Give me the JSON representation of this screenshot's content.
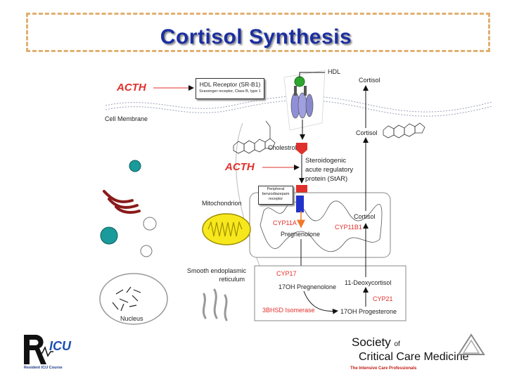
{
  "title": "Cortisol Synthesis",
  "labels": {
    "acth_left": "ACTH",
    "acth_right": "ACTH",
    "hdl_receptor": "HDL Receptor (SR-B1)",
    "hdl_receptor_sub": "Scavenger receptor, Class B, type 1",
    "hdl": "HDL",
    "cortisol_top": "Cortisol",
    "cell_membrane": "Cell Membrane",
    "cortisol_mid": "Cortisol",
    "cholestrol": "Cholestrol",
    "star_line1": "Steroidogenic",
    "star_line2": "acute regulatory",
    "star_line3": "protein (StAR)",
    "pbr_line1": "Peripheral",
    "pbr_line2": "benzodiazepam",
    "pbr_line3": "receptor",
    "mitochondrion": "Mitochondrion",
    "cortisol_mito": "Cortisol",
    "cyp11a": "CYP11A",
    "cyp11b1": "CYP11B1",
    "pregnenolone": "Pregnenolone",
    "ser_line1": "Smooth endoplasmic",
    "ser_line2": "reticulum",
    "cyp17": "CYP17",
    "oh17_preg": "17OH Pregnenolone",
    "deoxycortisol": "11-Deoxycortisol",
    "cyp21": "CYP21",
    "hsd3b": "3BHSD Isomerase",
    "oh17_prog": "17OH Progesterone",
    "nucleus": "Nucleus"
  },
  "logos": {
    "icu_letters": "ICU",
    "icu_tagline": "Resident ICU Course",
    "sccm_line1a": "Society",
    "sccm_line1b": "of",
    "sccm_line2": "Critical Care Medicine",
    "sccm_tagline": "The Intensive Care Professionals"
  },
  "colors": {
    "title": "#1c2fa0",
    "accent_red": "#e0302b",
    "arrow_orange": "#f07a2a",
    "receptor_blue": "#2233cc",
    "frame": "#e0b070"
  }
}
